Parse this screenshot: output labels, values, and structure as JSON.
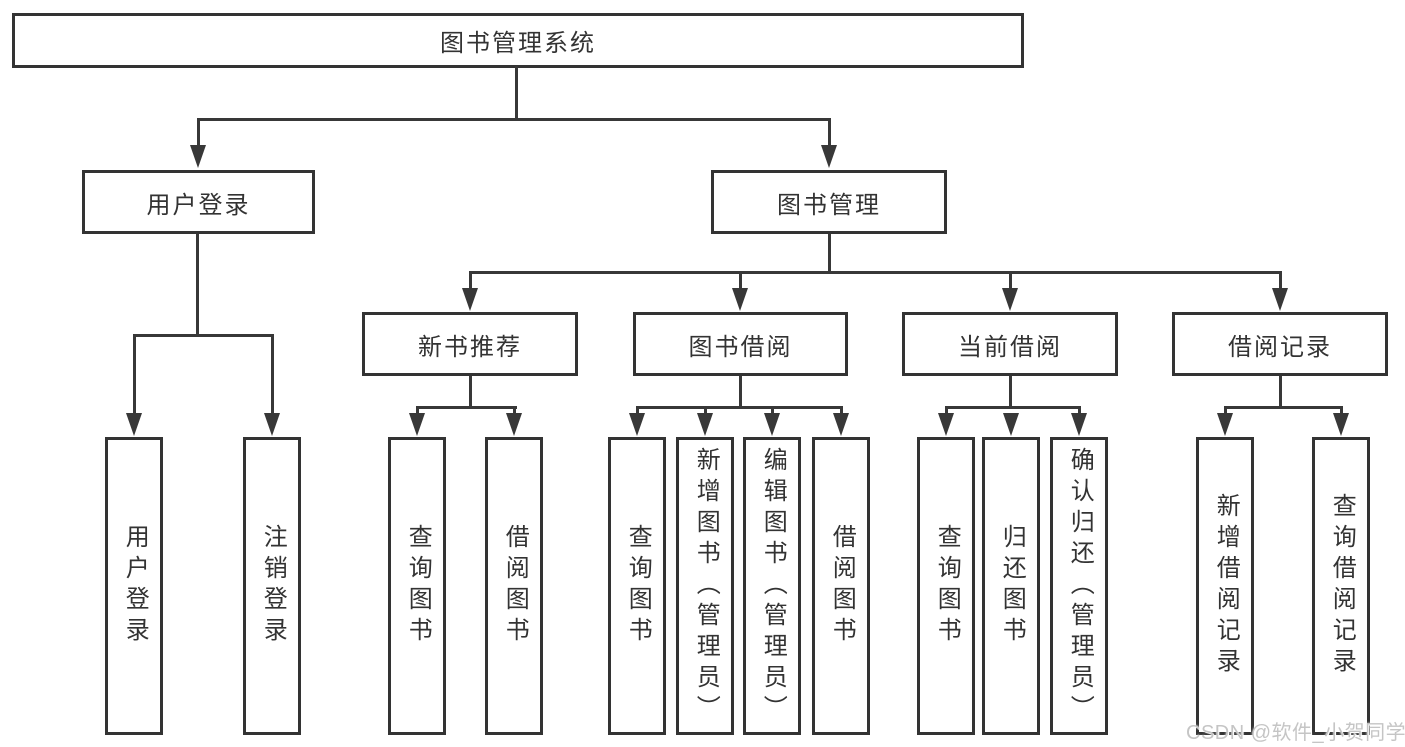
{
  "tree": {
    "label": "图书管理系统",
    "children": [
      {
        "label": "用户登录",
        "children": [
          {
            "label": "用户登录"
          },
          {
            "label": "注销登录"
          }
        ]
      },
      {
        "label": "图书管理",
        "children": [
          {
            "label": "新书推荐",
            "children": [
              {
                "label": "查询图书"
              },
              {
                "label": "借阅图书"
              }
            ]
          },
          {
            "label": "图书借阅",
            "children": [
              {
                "label": "查询图书"
              },
              {
                "label": "新增图书（管理员）"
              },
              {
                "label": "编辑图书（管理员）"
              },
              {
                "label": "借阅图书"
              }
            ]
          },
          {
            "label": "当前借阅",
            "children": [
              {
                "label": "查询图书"
              },
              {
                "label": "归还图书"
              },
              {
                "label": "确认归还（管理员）"
              }
            ]
          },
          {
            "label": "借阅记录",
            "children": [
              {
                "label": "新增借阅记录"
              },
              {
                "label": "查询借阅记录"
              }
            ]
          }
        ]
      }
    ]
  },
  "watermark": {
    "text": "CSDN @软件_小贺同学"
  },
  "colors": {
    "line": "#383838",
    "border": "#333333",
    "text": "#333333",
    "background": "#ffffff",
    "watermark": "#c5c5c5"
  }
}
